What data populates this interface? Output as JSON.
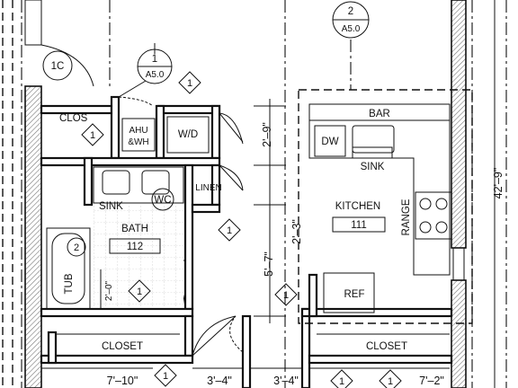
{
  "rooms": {
    "clos": "CLOS",
    "ahu": [
      "AHU",
      "&WH"
    ],
    "wd": "W/D",
    "linen": "LINEN",
    "bath": {
      "name": "BATH",
      "number": "112"
    },
    "sink_bath": "SINK",
    "wc": "WC",
    "tub": "TUB",
    "kitchen": {
      "name": "KITCHEN",
      "number": "111"
    },
    "bar": "BAR",
    "dw": "DW",
    "sink_kitchen": "SINK",
    "range": "RANGE",
    "ref": "REF",
    "closet_left": "CLOSET",
    "closet_right": "CLOSET"
  },
  "section_markers": [
    {
      "number": "1",
      "sheet": "A5.0"
    },
    {
      "number": "2",
      "sheet": "A5.0"
    }
  ],
  "tags": {
    "door_1c": "1C",
    "tub_tag": "2",
    "diamond_tag": "1"
  },
  "dimensions": {
    "top_2_9": "2'–9\"",
    "mid_2_3": "2'–3\"",
    "vert_5_7": "5'–7\"",
    "right_42_9": "42'–9\"",
    "tub_2_0": "2'–0\"",
    "bottom_7_10": "7'–10\"",
    "bottom_3_4a": "3'–4\"",
    "bottom_3_4b": "3'–4\"",
    "bottom_7_2": "7'–2\""
  }
}
